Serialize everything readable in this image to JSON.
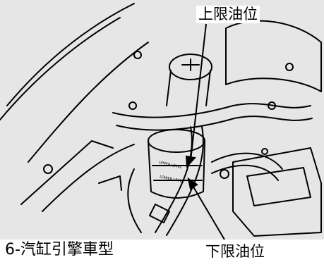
{
  "labels": {
    "upper_level": "上限油位",
    "lower_level": "下限油位",
    "caption": "6-汽缸引擎車型"
  },
  "decals": {
    "upper": "UPPER LEVEL",
    "lower": "LOWER LEVEL"
  },
  "colors": {
    "background": "#e6e6e6",
    "stroke": "#000000",
    "paper": "#ffffff"
  }
}
